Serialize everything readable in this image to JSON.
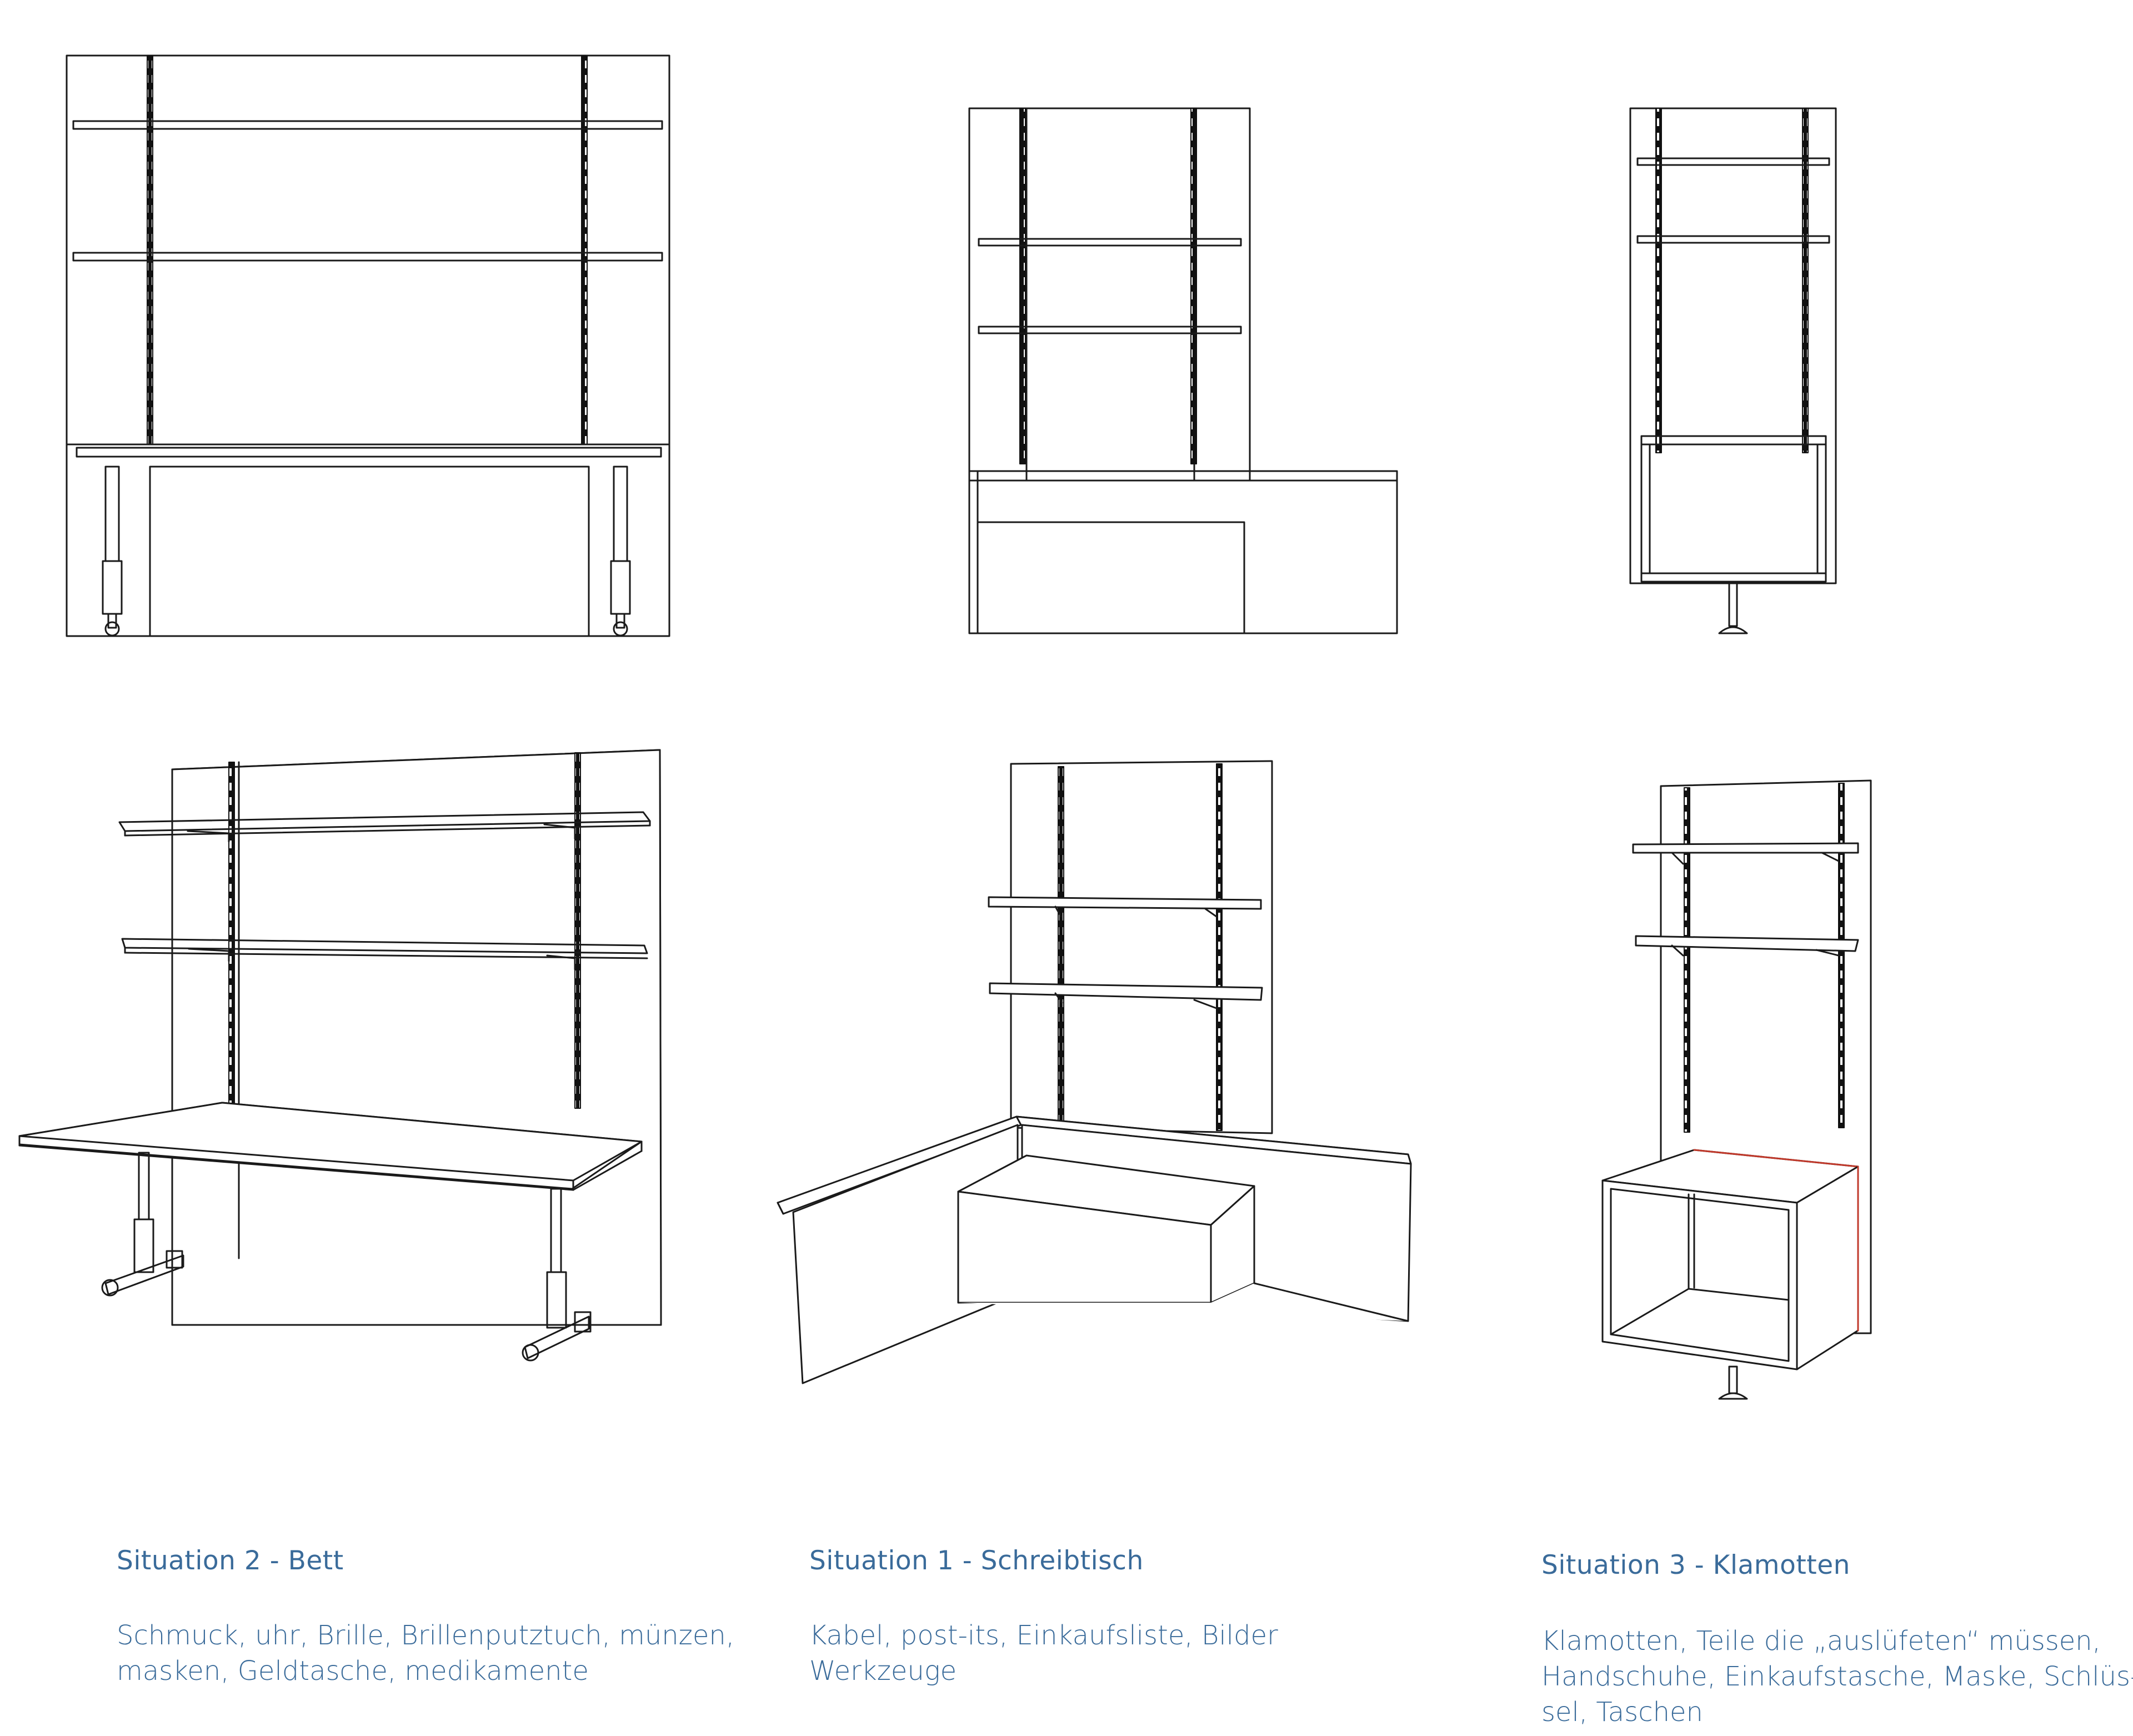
{
  "situations": [
    {
      "title": "Situation 2 - Bett",
      "lines": [
        "Schmuck, uhr, Brille, Brillenputztuch, münzen,",
        "masken,  Geldtasche, medikamente"
      ]
    },
    {
      "title": "Situation 1 - Schreibtisch",
      "lines": [
        "Kabel, post-its, Einkaufsliste, Bilder",
        "Werkzeuge"
      ]
    },
    {
      "title": "Situation 3 - Klamotten",
      "lines": [
        "Klamotten, Teile die „auslüfeten“ müssen,",
        "Handschuhe, Einkaufstasche, Maske, Schlüs-",
        "sel, Taschen"
      ]
    }
  ]
}
